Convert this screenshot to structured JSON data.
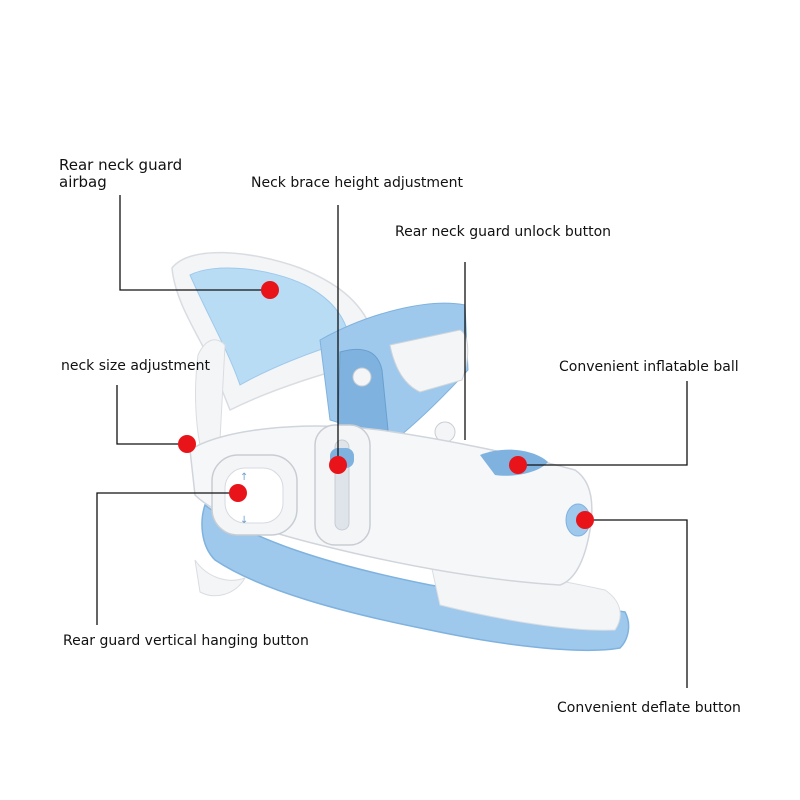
{
  "colors": {
    "background": "#ffffff",
    "marker": "#e8141a",
    "leader_line": "#111111",
    "brace_white": "#f4f5f7",
    "brace_blue": "#9ec9ec",
    "brace_blue_dark": "#7fb2de",
    "padding_blue": "#b9dcf5"
  },
  "callouts": {
    "rear_airbag": {
      "label_line1": "Rear neck guard",
      "label_line2": "airbag"
    },
    "height_adjustment": {
      "label": "Neck brace height adjustment"
    },
    "unlock_button": {
      "label": "Rear neck guard unlock button"
    },
    "neck_size": {
      "label": "neck size adjustment"
    },
    "inflatable_ball": {
      "label": "Convenient inflatable ball"
    },
    "vertical_hanging": {
      "label": "Rear guard vertical hanging button"
    },
    "deflate_button": {
      "label": "Convenient deflate button"
    }
  }
}
